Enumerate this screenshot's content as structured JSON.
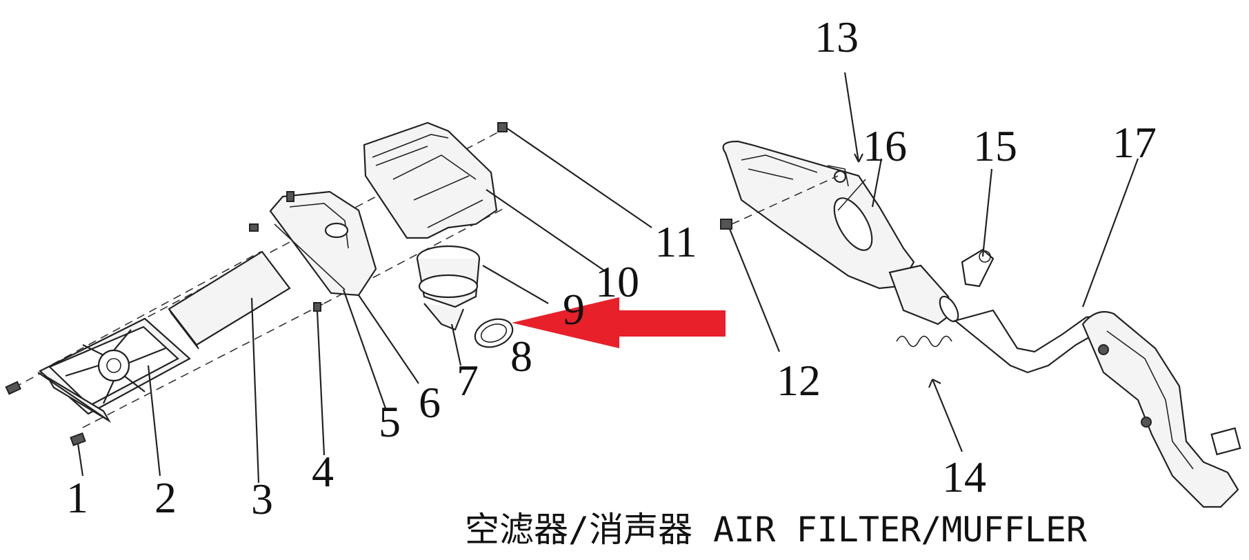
{
  "diagram": {
    "caption": "空滤器/消声器 AIR FILTER/MUFFLER",
    "labels": {
      "n1": "1",
      "n2": "2",
      "n3": "3",
      "n4": "4",
      "n5": "5",
      "n6": "6",
      "n7": "7",
      "n8": "8",
      "n9": "9",
      "n10": "10",
      "n11": "11",
      "n12": "12",
      "n13": "13",
      "n14": "14",
      "n15": "15",
      "n16": "16",
      "n17": "17"
    },
    "arrow_color": "#e8202a"
  }
}
